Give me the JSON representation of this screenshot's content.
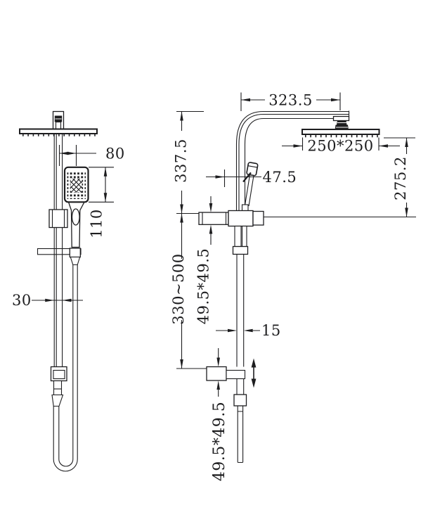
{
  "colors": {
    "line": "#1d1d1f",
    "background": "#ffffff"
  },
  "views": {
    "front": {
      "dim_head_to_hand_offset": "80",
      "dim_hand_shower_length": "110",
      "dim_rail_width": "30"
    },
    "side": {
      "dim_arm_reach": "323.5",
      "dim_arm_drop": "337.5",
      "dim_rain_head_size": "250*250",
      "dim_head_to_bracket": "275.2",
      "dim_hand_shower_offset": "47.5",
      "dim_slide_adjust_range": "330~500",
      "dim_upper_bracket_size": "49.5*49.5",
      "dim_rail_diameter": "15",
      "dim_lower_bracket_size": "49.5*49.5"
    }
  }
}
